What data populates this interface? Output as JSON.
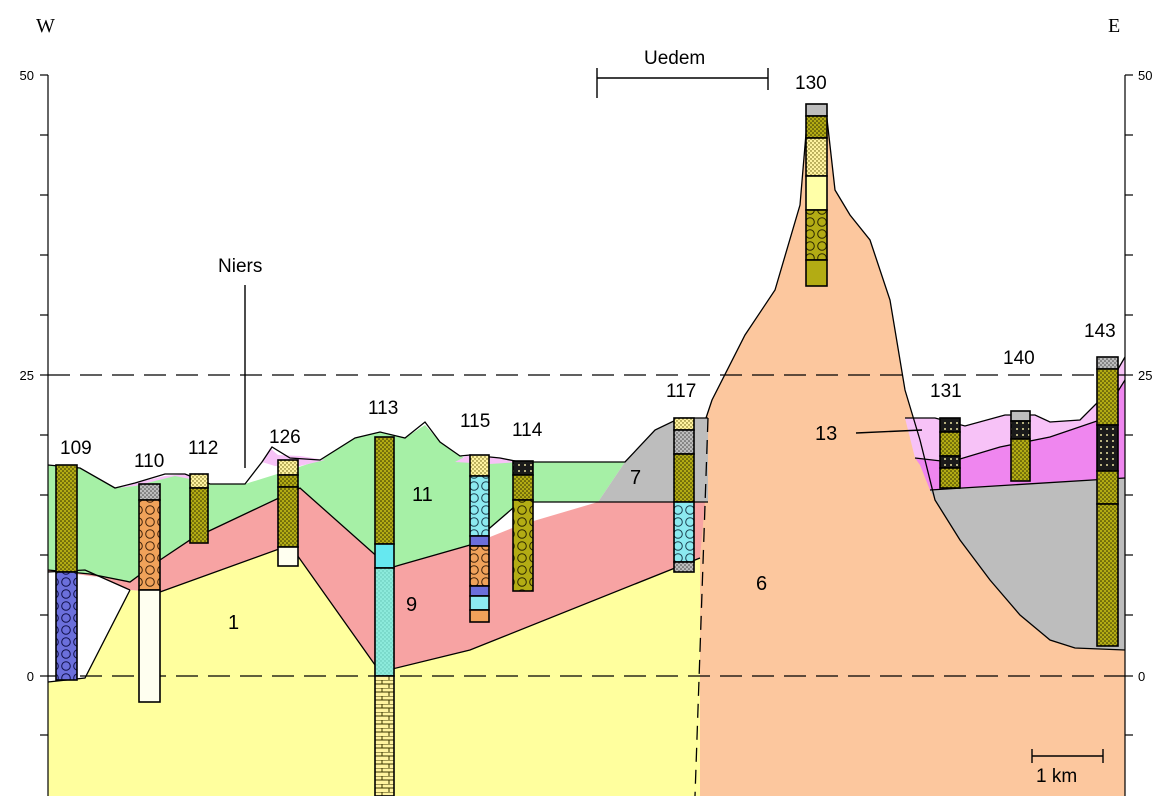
{
  "orientation": {
    "west": "W",
    "east": "E"
  },
  "axis": {
    "ticks": [
      "50",
      "25",
      "0"
    ],
    "dashed_levels": [
      "25",
      "0"
    ]
  },
  "town": {
    "label": "Uedem"
  },
  "river": {
    "label": "Niers"
  },
  "boreholes": [
    "109",
    "110",
    "112",
    "126",
    "113",
    "115",
    "114",
    "117",
    "130",
    "131",
    "140",
    "143"
  ],
  "units": [
    "1",
    "9",
    "11",
    "7",
    "6",
    "13"
  ],
  "scale_bar": {
    "label": "1 km"
  },
  "colors": {
    "unit_1": "#ffff9e",
    "unit_9": "#f7a3a3",
    "unit_11": "#a6f0a6",
    "unit_7": "#bdbdbd",
    "unit_6": "#fcc79e",
    "unit_13_light": "#f7c2f7",
    "unit_13_dark": "#ef86ef",
    "gravel_olive": "#b3ac14",
    "cyan": "#8ceaf0",
    "blue": "#6b6fdb",
    "orange": "#f0a25a"
  }
}
